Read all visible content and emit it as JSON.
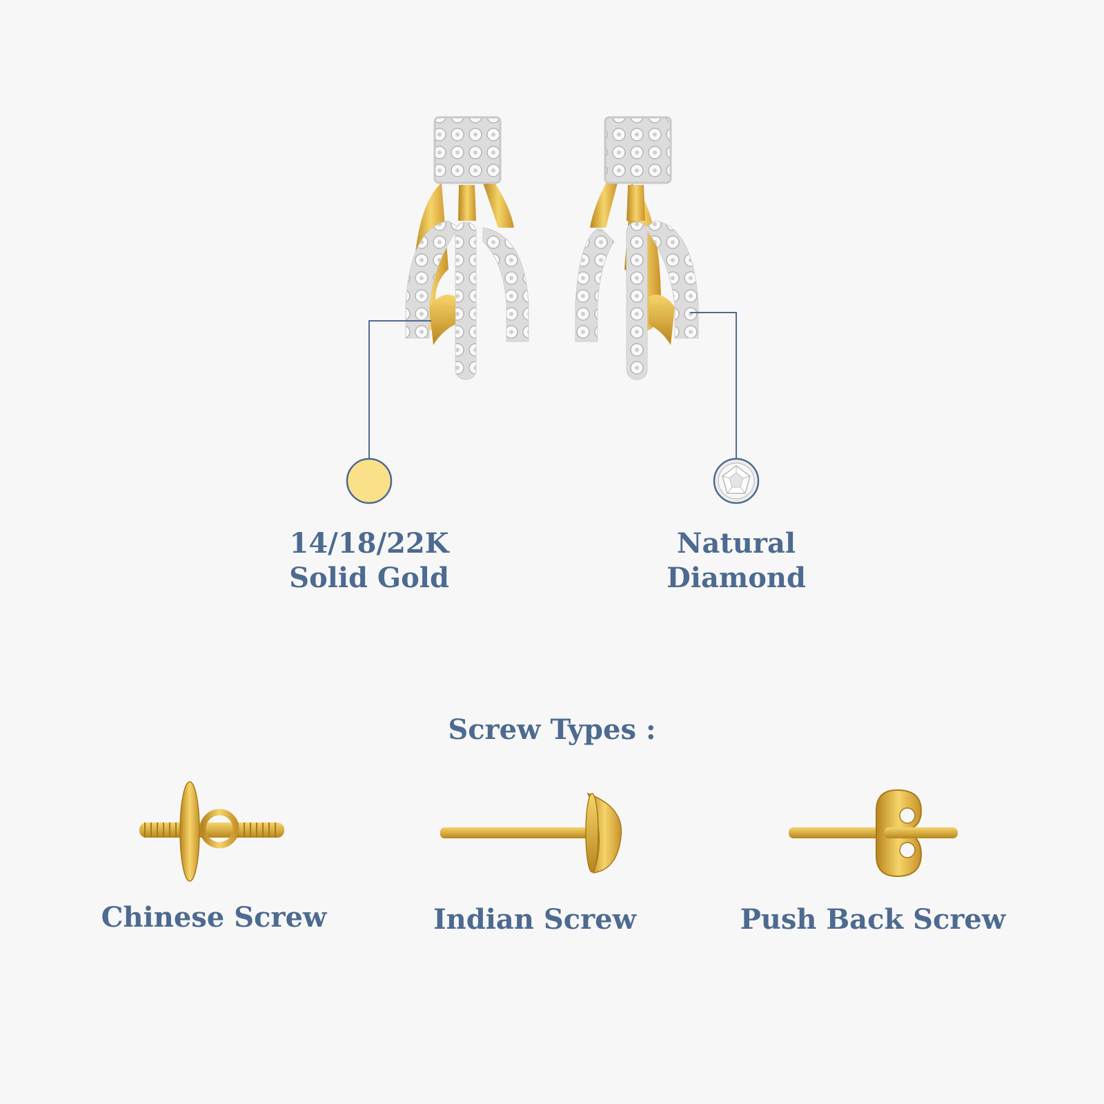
{
  "features": {
    "metal": {
      "line1": "14/18/22K",
      "line2": "Solid Gold",
      "swatch_color": "#fbe08a"
    },
    "stone": {
      "line1": "Natural",
      "line2": "Diamond"
    }
  },
  "screw_section": {
    "title": "Screw Types :",
    "items": [
      {
        "label": "Chinese Screw"
      },
      {
        "label": "Indian Screw"
      },
      {
        "label": "Push Back Screw"
      }
    ]
  },
  "colors": {
    "background": "#f7f7f7",
    "label_text": "#4d6a90",
    "leader_line": "#4d6a90",
    "gold": "#e0b23e",
    "gold_dark": "#b8861e",
    "diamond": "#ececec"
  },
  "icons": [
    "gold-swatch-icon",
    "diamond-icon",
    "chinese-screw-icon",
    "indian-screw-icon",
    "push-back-screw-icon"
  ]
}
